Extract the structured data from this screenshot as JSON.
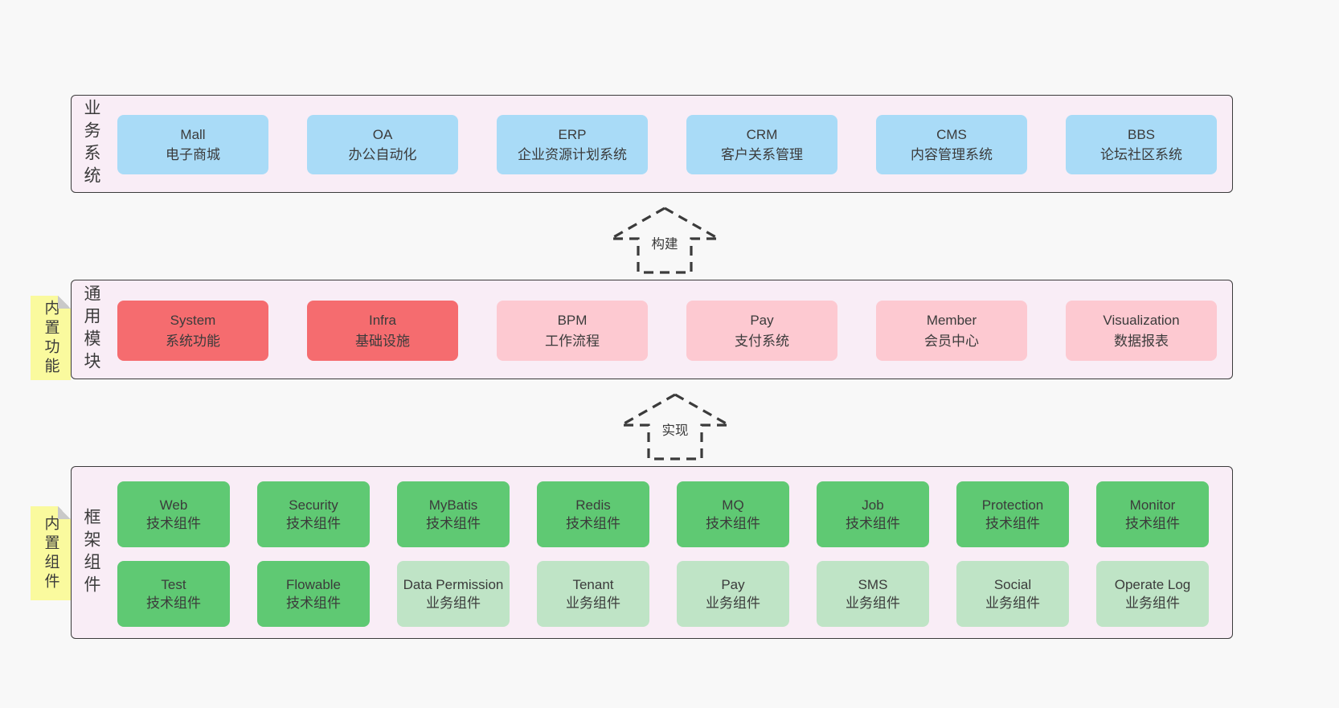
{
  "palette": {
    "page-bg": "#f8f8f8",
    "band-bg": "#f9edf6",
    "band-border": "#3b3b3b",
    "box-blue": "#a9dbf7",
    "box-red": "#f56c6f",
    "box-pink": "#fdc9d1",
    "box-green": "#5fc973",
    "box-light-green": "#bfe4c6",
    "note-yellow": "#fafa9e",
    "note-fold": "#c9c9c9",
    "text": "#3b3b3b"
  },
  "bands": {
    "business": {
      "label": "业务系统",
      "boxes": [
        {
          "title": "Mall",
          "subtitle": "电子商城"
        },
        {
          "title": "OA",
          "subtitle": "办公自动化"
        },
        {
          "title": "ERP",
          "subtitle": "企业资源计划系统"
        },
        {
          "title": "CRM",
          "subtitle": "客户关系管理"
        },
        {
          "title": "CMS",
          "subtitle": "内容管理系统"
        },
        {
          "title": "BBS",
          "subtitle": "论坛社区系统"
        }
      ]
    },
    "common": {
      "label": "通用模块",
      "note": "内置功能",
      "boxes": [
        {
          "title": "System",
          "subtitle": "系统功能"
        },
        {
          "title": "Infra",
          "subtitle": "基础设施"
        },
        {
          "title": "BPM",
          "subtitle": "工作流程"
        },
        {
          "title": "Pay",
          "subtitle": "支付系统"
        },
        {
          "title": "Member",
          "subtitle": "会员中心"
        },
        {
          "title": "Visualization",
          "subtitle": "数据报表"
        }
      ]
    },
    "framework": {
      "label": "框架组件",
      "note": "内置组件",
      "rows": [
        [
          {
            "title": "Web",
            "subtitle": "技术组件"
          },
          {
            "title": "Security",
            "subtitle": "技术组件"
          },
          {
            "title": "MyBatis",
            "subtitle": "技术组件"
          },
          {
            "title": "Redis",
            "subtitle": "技术组件"
          },
          {
            "title": "MQ",
            "subtitle": "技术组件"
          },
          {
            "title": "Job",
            "subtitle": "技术组件"
          },
          {
            "title": "Protection",
            "subtitle": "技术组件"
          },
          {
            "title": "Monitor",
            "subtitle": "技术组件"
          }
        ],
        [
          {
            "title": "Test",
            "subtitle": "技术组件"
          },
          {
            "title": "Flowable",
            "subtitle": "技术组件"
          },
          {
            "title": "Data Permission",
            "subtitle": "业务组件"
          },
          {
            "title": "Tenant",
            "subtitle": "业务组件"
          },
          {
            "title": "Pay",
            "subtitle": "业务组件"
          },
          {
            "title": "SMS",
            "subtitle": "业务组件"
          },
          {
            "title": "Social",
            "subtitle": "业务组件"
          },
          {
            "title": "Operate Log",
            "subtitle": "业务组件"
          }
        ]
      ]
    }
  },
  "arrows": [
    {
      "label": "构建"
    },
    {
      "label": "实现"
    }
  ]
}
